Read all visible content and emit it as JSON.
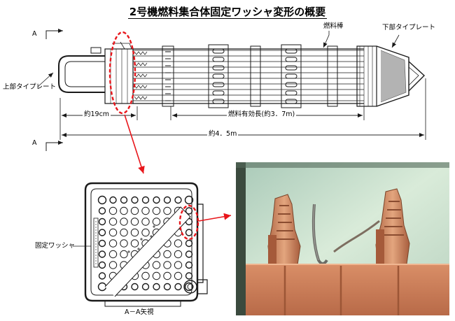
{
  "title": "2号機燃料集合体固定ワッシャ変形の概要",
  "labels": {
    "section_a_top": "A",
    "section_a_bottom": "A",
    "fuel_rod": "燃料棒",
    "lower_tie_plate": "下部タイプレート",
    "upper_tie_plate": "上部タイプレート",
    "dim_19cm": "約19cm",
    "dim_effective_length": "燃料有効長(約3．7m)",
    "dim_total_length": "約4．5m",
    "fixing_washer": "固定ワッシャ",
    "view_aa": "A－A矢視"
  },
  "colors": {
    "highlight": "#e8161b",
    "line": "#1a1a1a"
  }
}
